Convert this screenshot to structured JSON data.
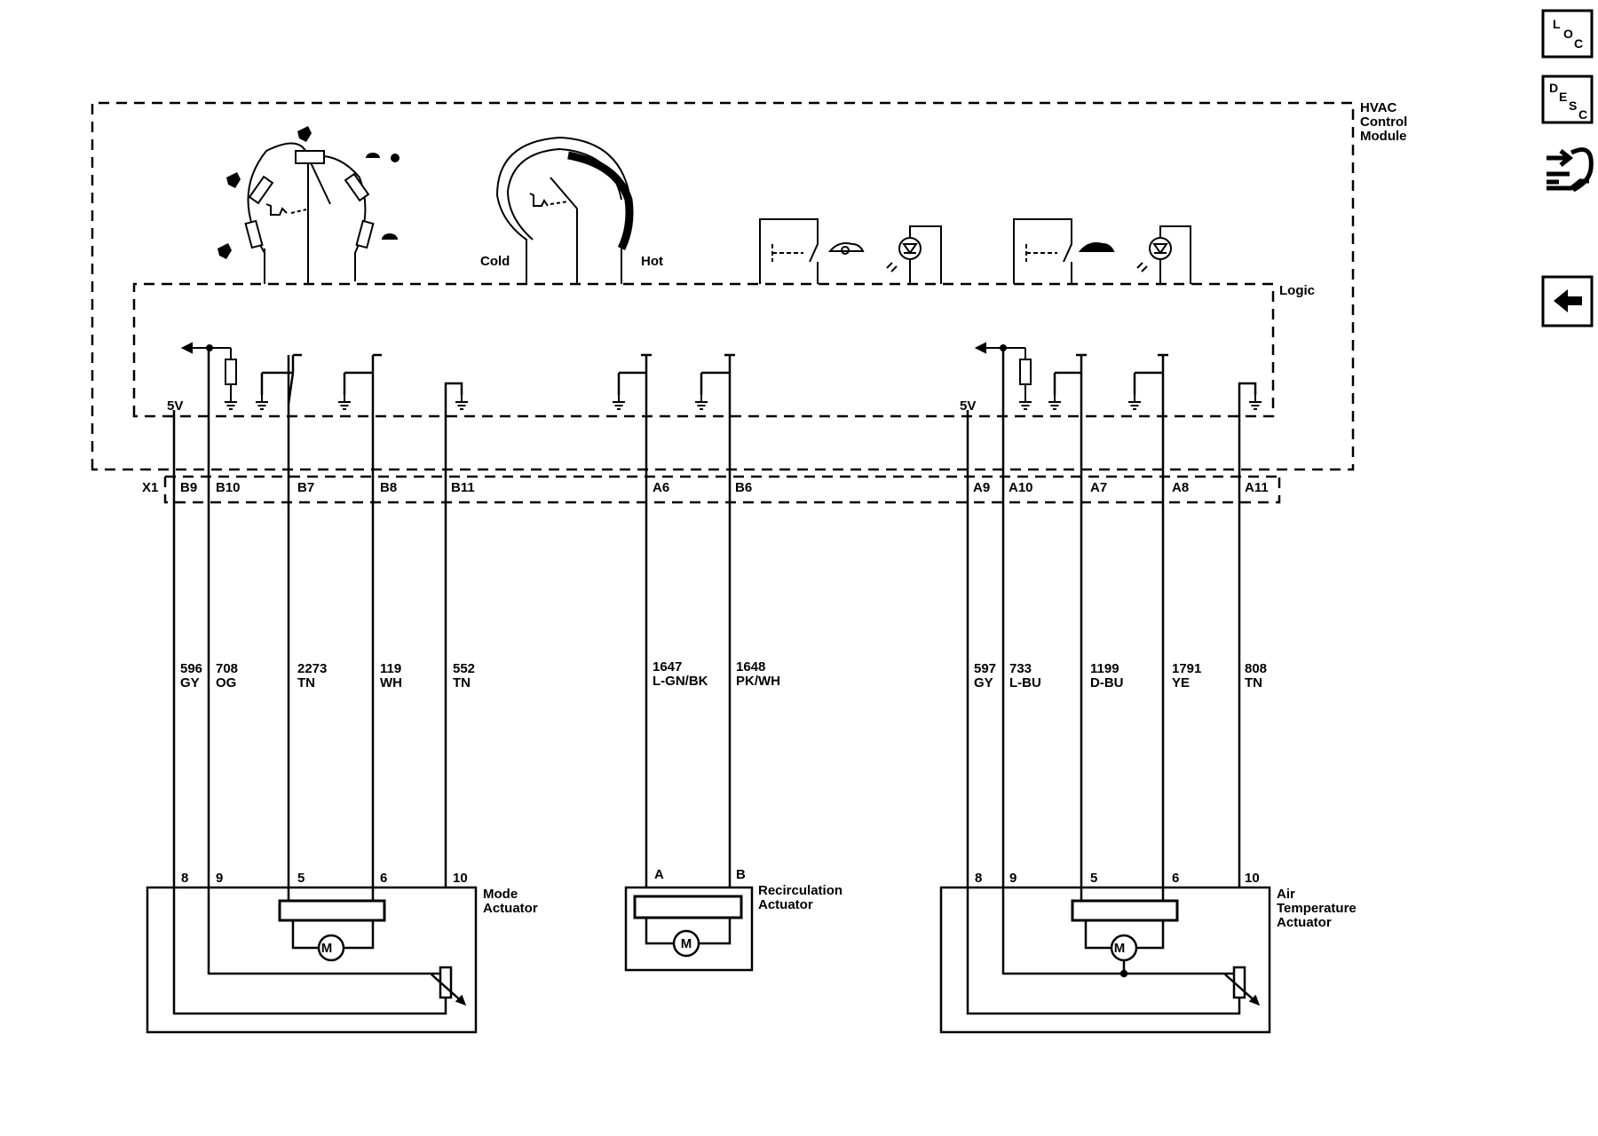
{
  "module": {
    "name_lines": [
      "HVAC",
      "Control",
      "Module"
    ],
    "logic_label": "Logic",
    "connector": "X1",
    "five_volt_left": "5V",
    "five_volt_right": "5V",
    "cold_label": "Cold",
    "hot_label": "Hot"
  },
  "pins": [
    "B9",
    "B10",
    "B7",
    "B8",
    "B11",
    "A6",
    "B6",
    "A9",
    "A10",
    "A7",
    "A8",
    "A11"
  ],
  "wires": [
    {
      "circuit": "596",
      "color": "GY"
    },
    {
      "circuit": "708",
      "color": "OG"
    },
    {
      "circuit": "2273",
      "color": "TN"
    },
    {
      "circuit": "119",
      "color": "WH"
    },
    {
      "circuit": "552",
      "color": "TN"
    },
    {
      "circuit": "1647",
      "color": "L-GN/BK"
    },
    {
      "circuit": "1648",
      "color": "PK/WH"
    },
    {
      "circuit": "597",
      "color": "GY"
    },
    {
      "circuit": "733",
      "color": "L-BU"
    },
    {
      "circuit": "1199",
      "color": "D-BU"
    },
    {
      "circuit": "1791",
      "color": "YE"
    },
    {
      "circuit": "808",
      "color": "TN"
    }
  ],
  "actuators": {
    "mode": {
      "name_lines": [
        "Mode",
        "Actuator"
      ],
      "pins": [
        "8",
        "9",
        "5",
        "6",
        "10"
      ],
      "motor": "M"
    },
    "recirc": {
      "name_lines": [
        "Recirculation",
        "Actuator"
      ],
      "pins": [
        "A",
        "B"
      ],
      "motor": "M"
    },
    "air_temp": {
      "name_lines": [
        "Air",
        "Temperature",
        "Actuator"
      ],
      "pins": [
        "8",
        "9",
        "5",
        "6",
        "10"
      ],
      "motor": "M"
    }
  },
  "nav": {
    "loc": {
      "letters": [
        "L",
        "O",
        "C"
      ]
    },
    "desc": {
      "letters": [
        "D",
        "E",
        "S",
        "C"
      ]
    }
  },
  "icons": {
    "connector_nav": "connector-icon",
    "back": "back-arrow-icon"
  }
}
